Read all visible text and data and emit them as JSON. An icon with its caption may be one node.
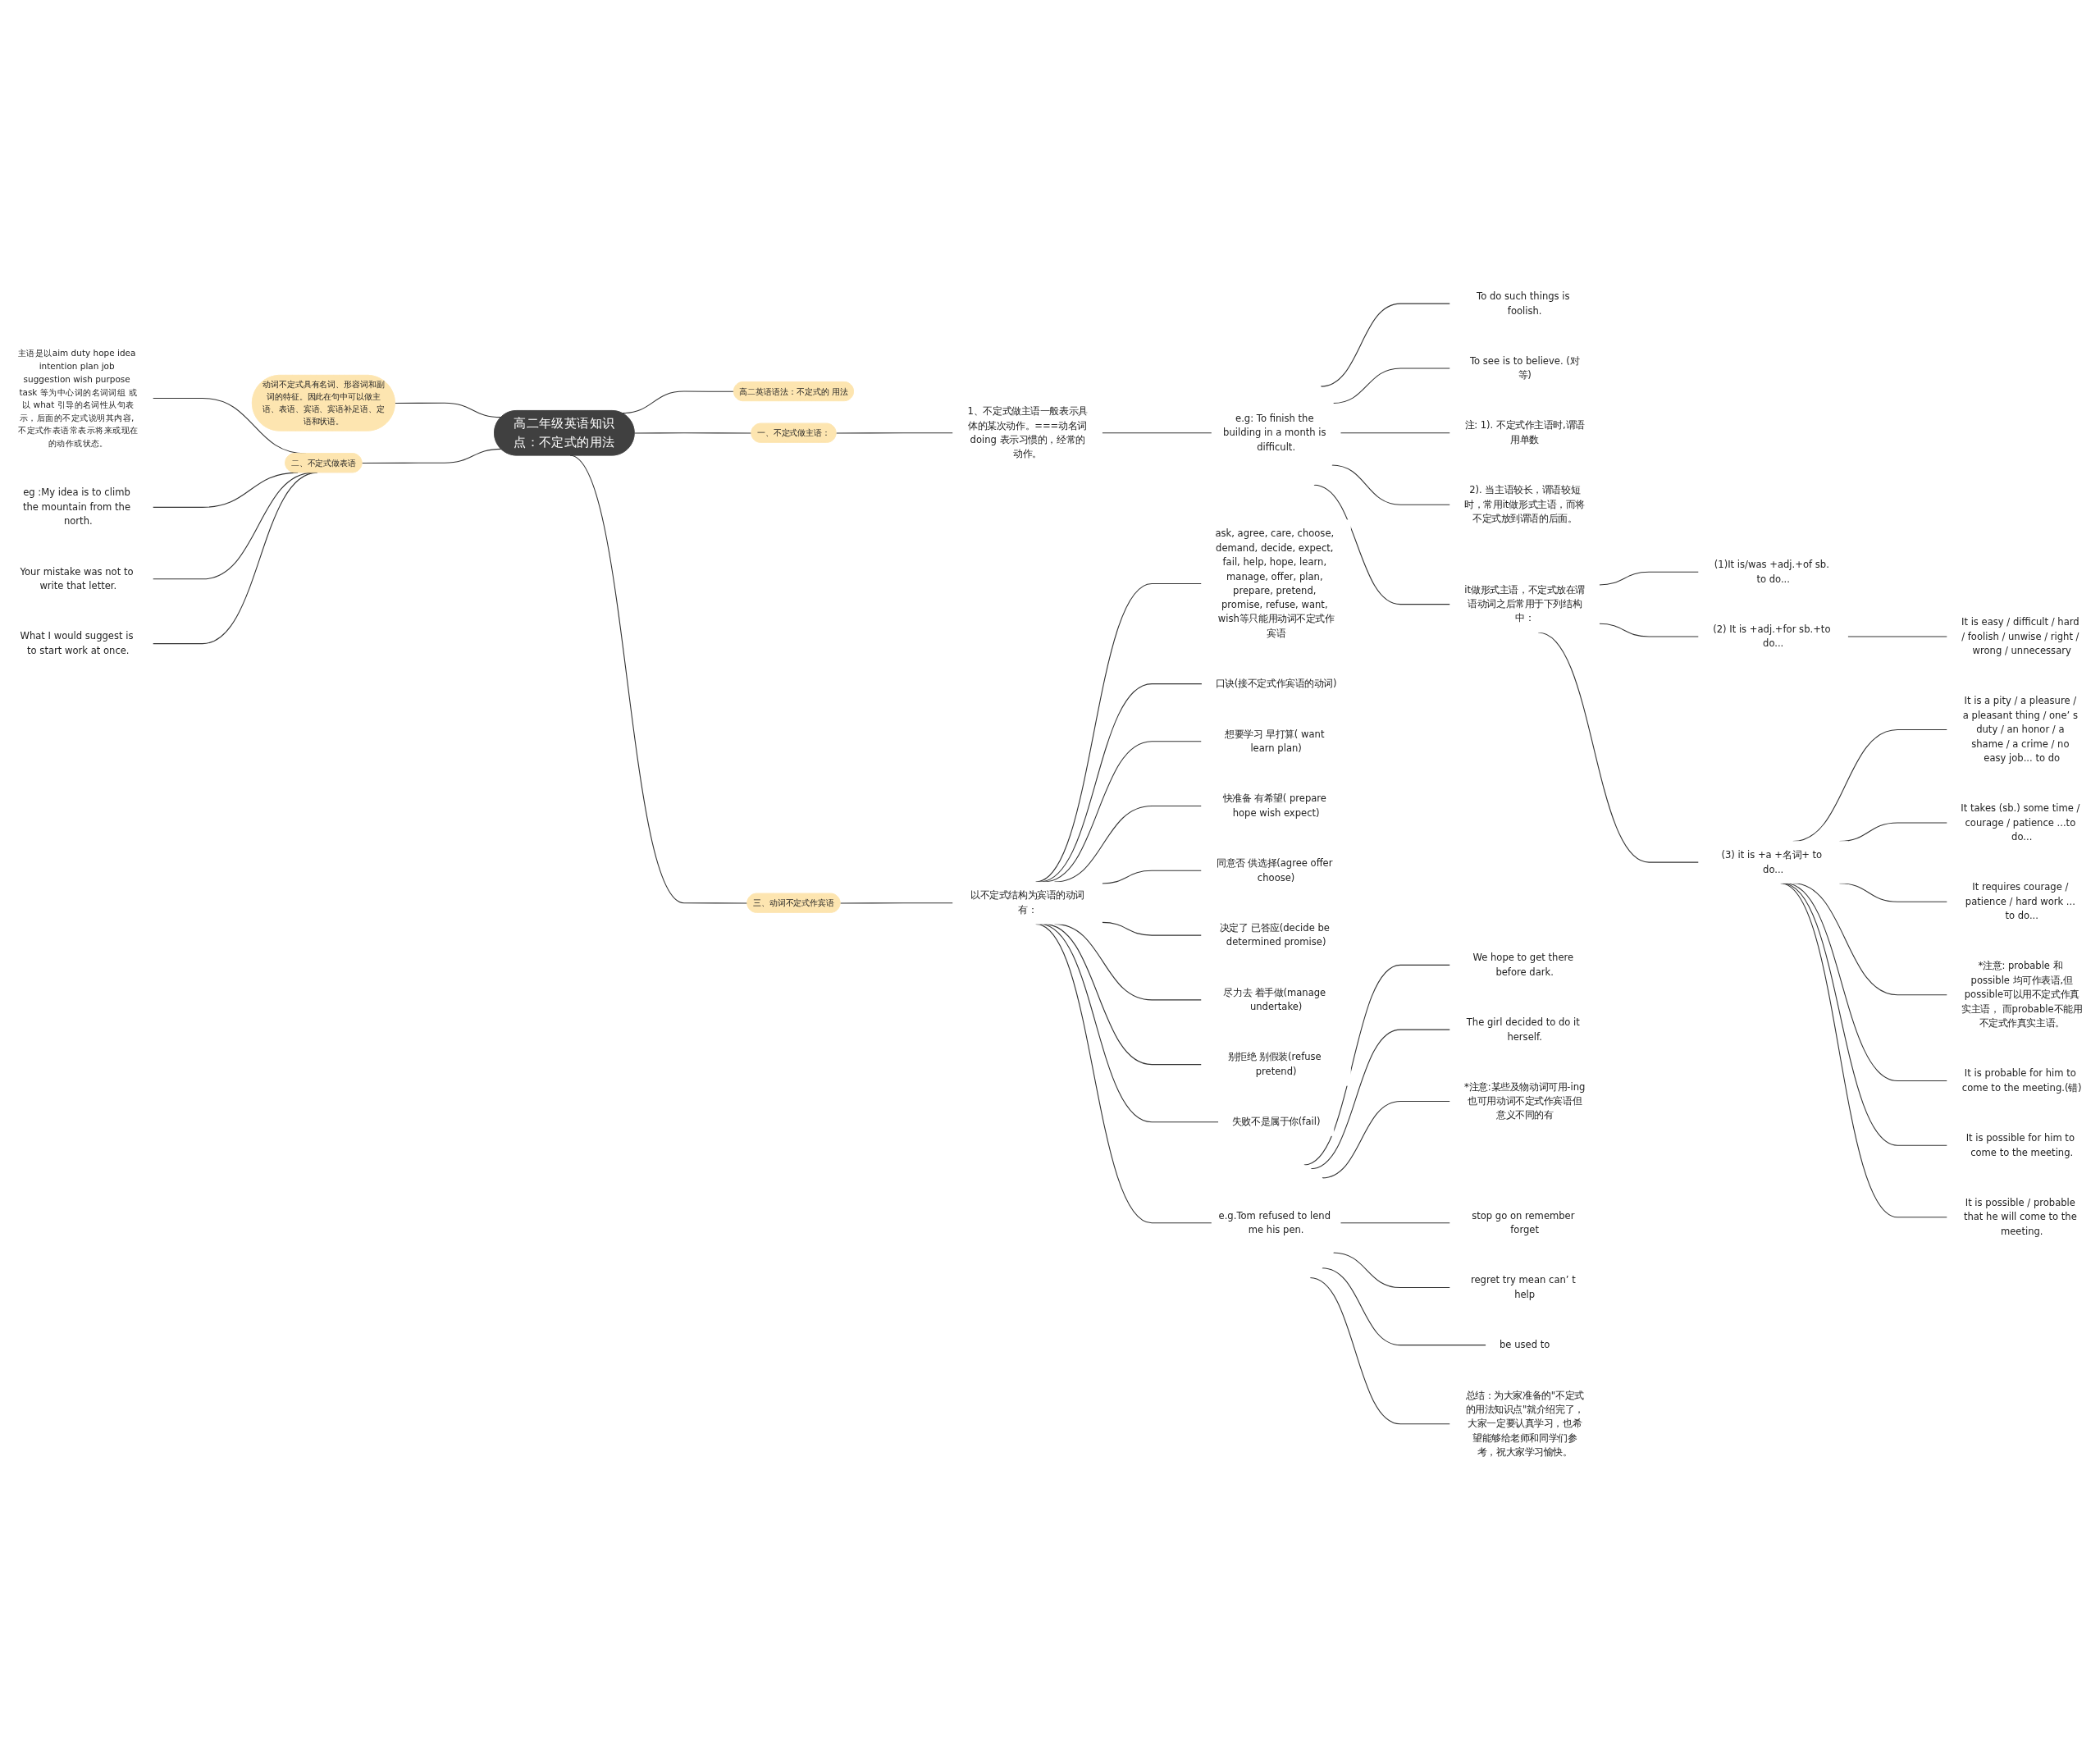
{
  "diagram": {
    "nodes": [
      {
        "text": [
          "高二年级英语知识点：不定式的用法"
        ]
      },
      {
        "text": [
          "高二英语语法：不定式的 用法"
        ]
      },
      {
        "text": [
          "一、不定式做主语："
        ]
      },
      {
        "text": [
          "1、不定式做主语一般表示具体的某次动作。===动名词doing 表示习惯的，经常的动作。"
        ]
      },
      {
        "text": [
          "e.g: To finish the building in a month is difficult."
        ]
      },
      {
        "text": [
          "To do such things is foolish."
        ]
      },
      {
        "text": [
          "To see is to believe. (对等)"
        ]
      },
      {
        "text": [
          "注: 1). 不定式作主语时,谓语用单数"
        ]
      },
      {
        "text": [
          "2). 当主语较长，谓语较短时，常用it做形式主语，而将不定式放到谓语的后面。"
        ]
      },
      {
        "text": [
          "it做形式主语，不定式放在谓语动词之后常用于下列结构中："
        ]
      },
      {
        "text": [
          "(1)It is/was +adj.+of sb. to do..."
        ]
      },
      {
        "text": [
          "(2) It is +adj.+for sb.+to do..."
        ]
      },
      {
        "text": [
          "It is easy / difficult / hard / foolish / unwise / right / wrong / unnecessary"
        ]
      },
      {
        "text": [
          "(3) it is +a +名词+ to do..."
        ]
      },
      {
        "text": [
          "It is a pity / a pleasure / a pleasant thing / one’ s duty / an honor / a shame / a crime / no easy job... to do"
        ]
      },
      {
        "text": [
          "It takes (sb.) some time / courage / patience ...to do..."
        ]
      },
      {
        "text": [
          "It requires courage / patience / hard work ... to do..."
        ]
      },
      {
        "text": [
          "*注意: probable 和 possible 均可作表语,但possible可以用不定式作真实主语， 而probable不能用不定式作真实主语。"
        ]
      },
      {
        "text": [
          "It is probable for him to come to the meeting.(错)"
        ]
      },
      {
        "text": [
          "It is possible for him to come to the meeting."
        ]
      },
      {
        "text": [
          "It is possible / probable that he will come to the meeting."
        ]
      },
      {
        "text": [
          "动词不定式具有名词、形容词和副词的特征。因此在句中可以做主语、表语、宾语、宾语补足语、定语和状语。"
        ]
      },
      {
        "text": [
          "二、不定式做表语"
        ]
      },
      {
        "text": [
          "主语是以aim duty hope idea intention plan job suggestion wish purpose task 等为中心词的名词词组 或以 what 引导的名词性从句表示，后面的不定式说明其内容, 不定式作表语常表示将来或现在的动作或状态。"
        ]
      },
      {
        "text": [
          "eg :My idea is to climb the mountain from the north."
        ]
      },
      {
        "text": [
          "Your mistake was not to write that letter."
        ]
      },
      {
        "text": [
          "What I would suggest is to start work at once."
        ]
      },
      {
        "text": [
          "三、动词不定式作宾语"
        ]
      },
      {
        "text": [
          "以不定式结构为宾语的动词有："
        ]
      },
      {
        "text": [
          "ask, agree, care, choose, demand, decide, expect, fail, help, hope, learn, manage, offer, plan, prepare, pretend, promise, refuse, want, wish等只能用动词不定式作宾语"
        ]
      },
      {
        "text": [
          "口诀(接不定式作宾语的动词)"
        ]
      },
      {
        "text": [
          "想要学习 早打算( want learn plan)"
        ]
      },
      {
        "text": [
          "快准备 有希望( prepare hope wish expect)"
        ]
      },
      {
        "text": [
          "同意否 供选择(agree offer choose)"
        ]
      },
      {
        "text": [
          "决定了 已答应(decide be determined promise)"
        ]
      },
      {
        "text": [
          "尽力去 着手做(manage undertake)"
        ]
      },
      {
        "text": [
          "别拒绝 别假装(refuse pretend)"
        ]
      },
      {
        "text": [
          "失败不是属于你(fail)"
        ]
      },
      {
        "text": [
          "e.g.Tom refused to lend me his pen."
        ]
      },
      {
        "text": [
          "We hope to get there before dark."
        ]
      },
      {
        "text": [
          "The girl decided to do it herself."
        ]
      },
      {
        "text": [
          "*注意:某些及物动词可用-ing也可用动词不定式作宾语但意义不同的有"
        ]
      },
      {
        "text": [
          "stop go on remember forget"
        ]
      },
      {
        "text": [
          "regret try mean can’ t help"
        ]
      },
      {
        "text": [
          "be used to"
        ]
      },
      {
        "text": [
          "总结：为大家准备的\"不定式的用法知识点\"就介绍完了，大家一定要认真学习，也希望能够给老师和同学们参考，祝大家学习愉快。"
        ]
      }
    ],
    "edges": [
      {
        "from": 0,
        "to": 1,
        "arrow": "none"
      },
      {
        "from": 0,
        "to": 2,
        "arrow": "none"
      },
      {
        "from": 2,
        "to": 3,
        "arrow": "none"
      },
      {
        "from": 3,
        "to": 4,
        "arrow": "none"
      },
      {
        "from": 4,
        "to": 5,
        "arrow": "none"
      },
      {
        "from": 4,
        "to": 6,
        "arrow": "none"
      },
      {
        "from": 4,
        "to": 7,
        "arrow": "none"
      },
      {
        "from": 4,
        "to": 8,
        "arrow": "none"
      },
      {
        "from": 4,
        "to": 9,
        "arrow": "none"
      },
      {
        "from": 9,
        "to": 10,
        "arrow": "none"
      },
      {
        "from": 9,
        "to": 11,
        "arrow": "none"
      },
      {
        "from": 11,
        "to": 12,
        "arrow": "none"
      },
      {
        "from": 9,
        "to": 13,
        "arrow": "none"
      },
      {
        "from": 13,
        "to": 14,
        "arrow": "none"
      },
      {
        "from": 13,
        "to": 15,
        "arrow": "none"
      },
      {
        "from": 13,
        "to": 16,
        "arrow": "none"
      },
      {
        "from": 13,
        "to": 17,
        "arrow": "none"
      },
      {
        "from": 13,
        "to": 18,
        "arrow": "none"
      },
      {
        "from": 13,
        "to": 19,
        "arrow": "none"
      },
      {
        "from": 13,
        "to": 20,
        "arrow": "none"
      },
      {
        "from": 0,
        "to": 21,
        "arrow": "none"
      },
      {
        "from": 0,
        "to": 22,
        "arrow": "none"
      },
      {
        "from": 22,
        "to": 23,
        "arrow": "none"
      },
      {
        "from": 22,
        "to": 24,
        "arrow": "none"
      },
      {
        "from": 22,
        "to": 25,
        "arrow": "none"
      },
      {
        "from": 22,
        "to": 26,
        "arrow": "none"
      },
      {
        "from": 0,
        "to": 27,
        "arrow": "none"
      },
      {
        "from": 27,
        "to": 28,
        "arrow": "none"
      },
      {
        "from": 28,
        "to": 29,
        "arrow": "none"
      },
      {
        "from": 28,
        "to": 30,
        "arrow": "none"
      },
      {
        "from": 28,
        "to": 31,
        "arrow": "none"
      },
      {
        "from": 28,
        "to": 32,
        "arrow": "none"
      },
      {
        "from": 28,
        "to": 33,
        "arrow": "none"
      },
      {
        "from": 28,
        "to": 34,
        "arrow": "none"
      },
      {
        "from": 28,
        "to": 35,
        "arrow": "none"
      },
      {
        "from": 28,
        "to": 36,
        "arrow": "none"
      },
      {
        "from": 28,
        "to": 37,
        "arrow": "none"
      },
      {
        "from": 28,
        "to": 38,
        "arrow": "none"
      },
      {
        "from": 38,
        "to": 39,
        "arrow": "none"
      },
      {
        "from": 38,
        "to": 40,
        "arrow": "none"
      },
      {
        "from": 38,
        "to": 41,
        "arrow": "none"
      },
      {
        "from": 38,
        "to": 42,
        "arrow": "none"
      },
      {
        "from": 38,
        "to": 43,
        "arrow": "none"
      },
      {
        "from": 38,
        "to": 44,
        "arrow": "none"
      },
      {
        "from": 38,
        "to": 45,
        "arrow": "none"
      }
    ]
  }
}
